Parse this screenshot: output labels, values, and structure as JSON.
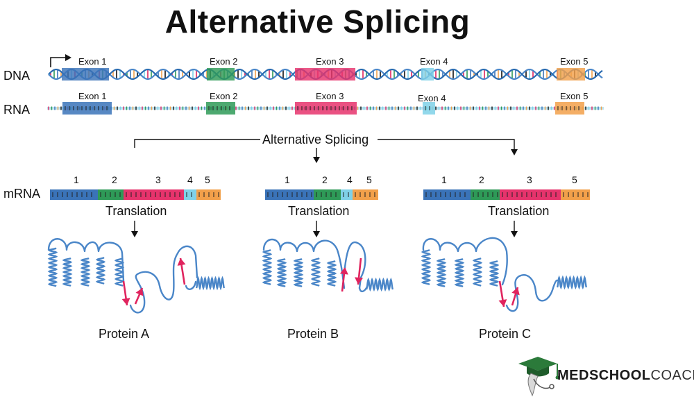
{
  "title": "Alternative Splicing",
  "rows": {
    "dna": "DNA",
    "rna": "RNA",
    "mrna": "mRNA"
  },
  "exons": [
    {
      "label": "Exon 1",
      "color": "#3a73b8"
    },
    {
      "label": "Exon 2",
      "color": "#2e9a57"
    },
    {
      "label": "Exon 3",
      "color": "#e6336c"
    },
    {
      "label": "Exon 4",
      "color": "#7fd1e8"
    },
    {
      "label": "Exon 5",
      "color": "#f2a04a"
    }
  ],
  "splicing_label": "Alternative Splicing",
  "translation_label": "Translation",
  "isoforms": [
    {
      "exons": [
        "1",
        "2",
        "3",
        "4",
        "5"
      ],
      "protein": "Protein A"
    },
    {
      "exons": [
        "1",
        "2",
        "4",
        "5"
      ],
      "protein": "Protein B"
    },
    {
      "exons": [
        "1",
        "2",
        "3",
        "5"
      ],
      "protein": "Protein C"
    }
  ],
  "colors": {
    "strand": "#4a86c8",
    "arrow": "#e0245e",
    "line": "#111111"
  },
  "logo": {
    "bold": "MEDSCHOOL",
    "light": "COACH"
  }
}
